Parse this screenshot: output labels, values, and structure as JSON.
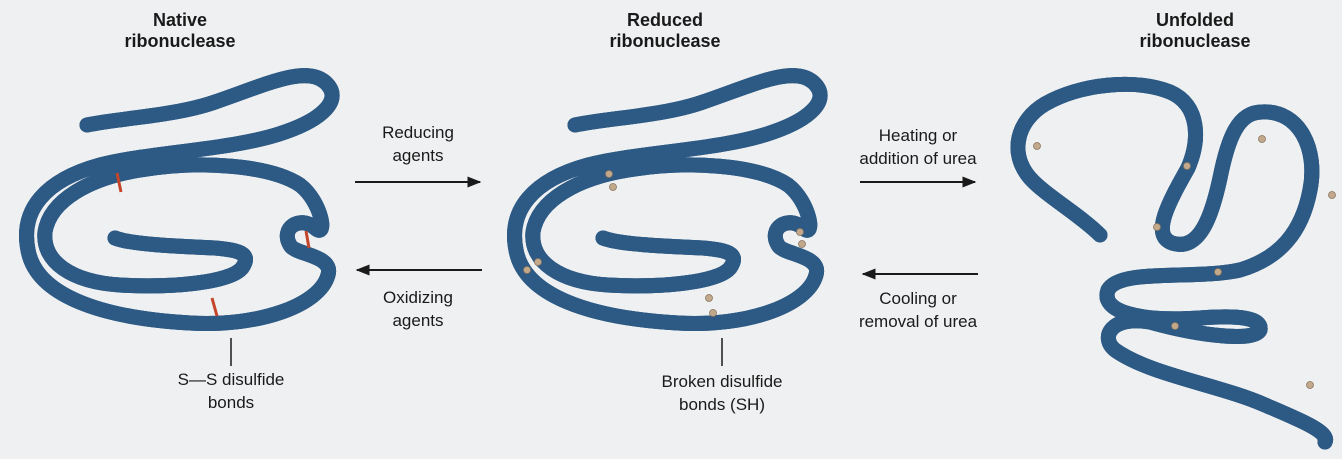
{
  "stages": {
    "native": {
      "title_line1": "Native",
      "title_line2": "ribonuclease"
    },
    "reduced": {
      "title_line1": "Reduced",
      "title_line2": "ribonuclease"
    },
    "unfolded": {
      "title_line1": "Unfolded",
      "title_line2": "ribonuclease"
    }
  },
  "arrows": {
    "reducing": {
      "line1": "Reducing",
      "line2": "agents"
    },
    "oxidizing": {
      "line1": "Oxidizing",
      "line2": "agents"
    },
    "heating": {
      "line1": "Heating or",
      "line2": "addition of urea"
    },
    "cooling": {
      "line1": "Cooling or",
      "line2": "removal of urea"
    }
  },
  "callouts": {
    "disulfide": {
      "line1": "S—S disulfide",
      "line2": "bonds"
    },
    "broken": {
      "line1": "Broken disulfide",
      "line2": "bonds (SH)"
    }
  },
  "colors": {
    "chain_outer": "#2e5a85",
    "chain_main": "#5d8fc2",
    "chain_highlight": "#b4d2ec",
    "disulfide_bond": "#c4452a",
    "sulfhydryl_dot": "#c3a98c",
    "arrow": "#1a1a1a"
  }
}
